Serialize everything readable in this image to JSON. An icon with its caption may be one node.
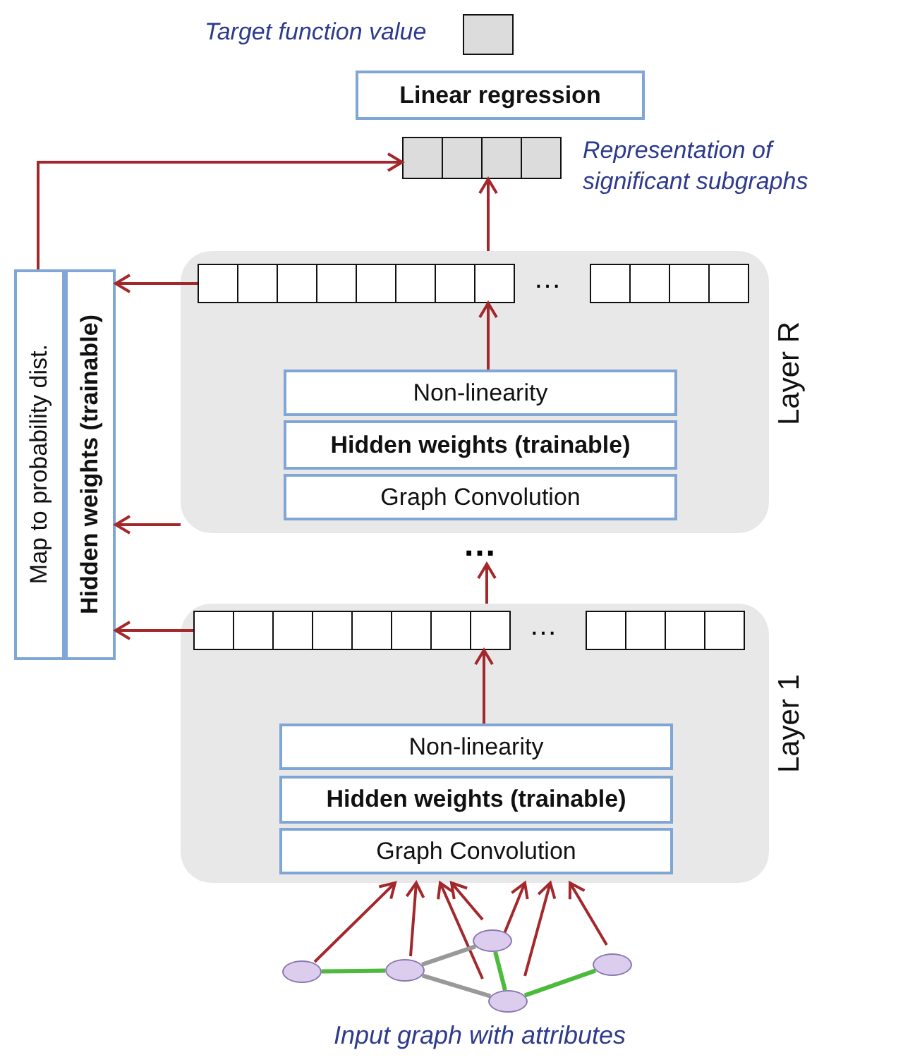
{
  "diagram": {
    "nodes": [
      {
        "text": [],
        "shape": "box",
        "beside": [
          "Target function value"
        ]
      },
      {
        "text": [
          "Linear regression"
        ]
      },
      {
        "text": [],
        "shape": "bar",
        "beside": [
          "Representation of significant subgraphs"
        ]
      },
      {
        "text": [
          "Layer R"
        ]
      },
      {
        "text": [
          "…"
        ],
        "in": 3
      },
      {
        "text": [
          "Non-linearity"
        ],
        "in": 3
      },
      {
        "text": [
          "Hidden weights (trainable)"
        ],
        "in": 3
      },
      {
        "text": [
          "Graph Convolution"
        ],
        "in": 3
      },
      {
        "text": [
          "…"
        ]
      },
      {
        "text": [
          "Layer 1"
        ]
      },
      {
        "text": [
          "…"
        ],
        "in": 9
      },
      {
        "text": [
          "Non-linearity"
        ],
        "in": 9
      },
      {
        "text": [
          "Hidden weights (trainable)"
        ],
        "in": 9
      },
      {
        "text": [
          "Graph Convolution"
        ],
        "in": 9
      },
      {
        "text": [
          "Map to probability dist."
        ]
      },
      {
        "text": [
          "Hidden weights (trainable)"
        ]
      },
      {
        "text": [],
        "shape": "circle"
      },
      {
        "text": [],
        "shape": "circle"
      },
      {
        "text": [],
        "shape": "circle"
      },
      {
        "text": [],
        "shape": "circle"
      },
      {
        "text": [],
        "shape": "circle"
      }
    ],
    "edges": [
      {
        "from": 3,
        "to": 2,
        "arrow": "to"
      },
      {
        "from": 14,
        "to": 2,
        "arrow": "to"
      },
      {
        "from": 4,
        "to": 15,
        "arrow": "to"
      },
      {
        "from": 3,
        "to": 15,
        "arrow": "to"
      },
      {
        "from": 10,
        "to": 15,
        "arrow": "to"
      },
      {
        "from": 5,
        "to": 4,
        "arrow": "to"
      },
      {
        "from": 9,
        "to": 8,
        "arrow": "to"
      },
      {
        "from": 11,
        "to": 10,
        "arrow": "to"
      },
      {
        "from": 16,
        "to": 9,
        "arrow": "to"
      },
      {
        "from": 17,
        "to": 9,
        "arrow": "to"
      },
      {
        "from": 19,
        "to": 9,
        "arrow": "to"
      },
      {
        "from": 18,
        "to": 9,
        "arrow": "to"
      },
      {
        "from": 18,
        "to": 9,
        "arrow": "to"
      },
      {
        "from": 19,
        "to": 9,
        "arrow": "to"
      },
      {
        "from": 20,
        "to": 9,
        "arrow": "to"
      },
      {
        "from": 16,
        "to": 17,
        "arrow": "none",
        "color": "#4cbb3c"
      },
      {
        "from": 17,
        "to": 18,
        "arrow": "none",
        "color": "#999999"
      },
      {
        "from": 17,
        "to": 19,
        "arrow": "none",
        "color": "#999999"
      },
      {
        "from": 18,
        "to": 19,
        "arrow": "none",
        "color": "#4cbb3c"
      },
      {
        "from": 19,
        "to": 20,
        "arrow": "none",
        "color": "#4cbb3c"
      }
    ],
    "labels": [
      "Input graph with attributes"
    ]
  }
}
